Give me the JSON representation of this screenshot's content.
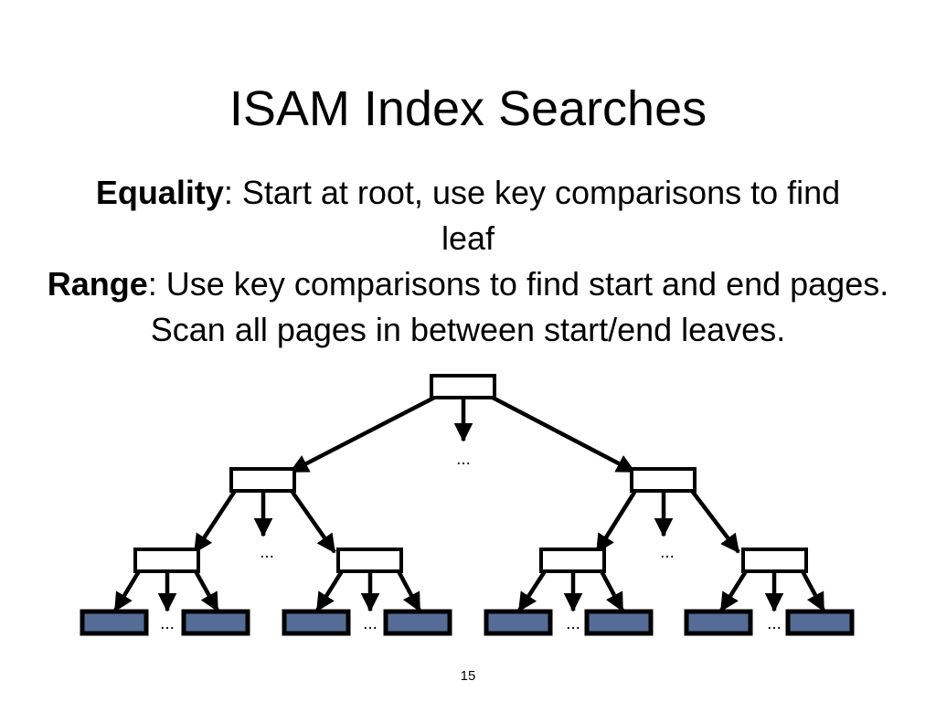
{
  "slide": {
    "title": "ISAM Index Searches",
    "page_number": "15",
    "background_color": "#FFFFFF",
    "text_color": "#000000"
  },
  "body": {
    "lines": [
      {
        "lead": "Equality",
        "lead_bold": true,
        "rest": ": Start at root, use key comparisons to find"
      },
      {
        "lead": "",
        "lead_bold": false,
        "rest": "leaf"
      },
      {
        "lead": "Range",
        "lead_bold": true,
        "rest": ": Use key comparisons to find start and end pages."
      },
      {
        "lead": "",
        "lead_bold": false,
        "rest": "Scan all pages in between start/end leaves."
      }
    ]
  },
  "diagram": {
    "type": "tree",
    "description": "ISAM index tree: one root node, two second-level index nodes, four third-level index nodes, eight shaded leaf pages",
    "node_fill": "#FFFFFF",
    "leaf_fill": "#546C96",
    "stroke_color": "#000000",
    "ellipsis": "...",
    "levels": [
      {
        "name": "root",
        "label": "root-node",
        "count": 1
      },
      {
        "name": "level-2",
        "label": "index-node",
        "count": 2
      },
      {
        "name": "level-3",
        "label": "index-node",
        "count": 4
      },
      {
        "name": "leaves",
        "label": "leaf-page",
        "count": 8
      }
    ],
    "ellipsis_markers": 7
  }
}
